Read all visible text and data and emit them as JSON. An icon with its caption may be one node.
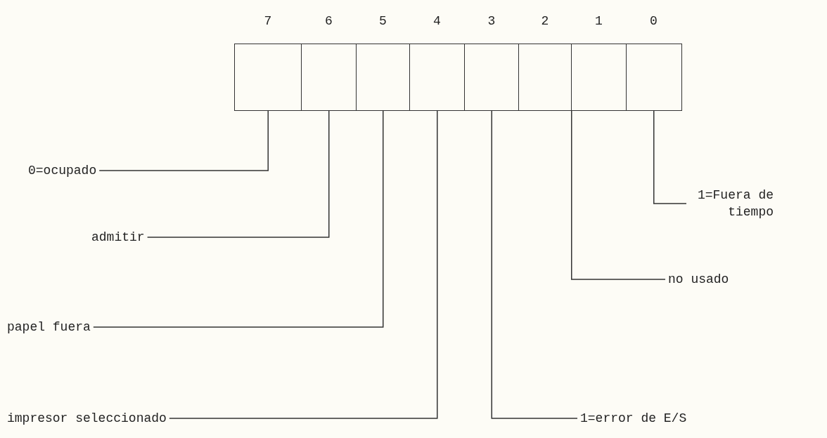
{
  "diagram": {
    "nodes": [
      {
        "text": [],
        "shape": "box"
      },
      {
        "text": [],
        "shape": "box"
      },
      {
        "text": [],
        "shape": "box"
      },
      {
        "text": [],
        "shape": "box"
      },
      {
        "text": [],
        "shape": "box"
      },
      {
        "text": [],
        "shape": "box"
      },
      {
        "text": [],
        "shape": "box"
      },
      {
        "text": [],
        "shape": "box"
      },
      {
        "text": [
          "0=ocupado"
        ]
      },
      {
        "text": [
          "admitir"
        ]
      },
      {
        "text": [
          "papel fuera"
        ]
      },
      {
        "text": [
          "impresor seleccionado"
        ]
      },
      {
        "text": [
          "1=error de E/S"
        ]
      },
      {
        "text": [
          "no usado"
        ]
      },
      {
        "text": [
          "1=Fuera de tiempo"
        ]
      }
    ],
    "edges": [
      {
        "from": 8,
        "to": 0,
        "arrow": "none"
      },
      {
        "from": 9,
        "to": 1,
        "arrow": "none"
      },
      {
        "from": 10,
        "to": 2,
        "arrow": "none"
      },
      {
        "from": 11,
        "to": 3,
        "arrow": "none"
      },
      {
        "from": 12,
        "to": 4,
        "arrow": "none"
      },
      {
        "from": 13,
        "to": 5,
        "arrow": "none"
      },
      {
        "from": 13,
        "to": 6,
        "arrow": "none"
      },
      {
        "from": 14,
        "to": 7,
        "arrow": "none"
      }
    ],
    "labels": [
      "7",
      "6",
      "5",
      "4",
      "3",
      "2",
      "1",
      "0"
    ]
  }
}
